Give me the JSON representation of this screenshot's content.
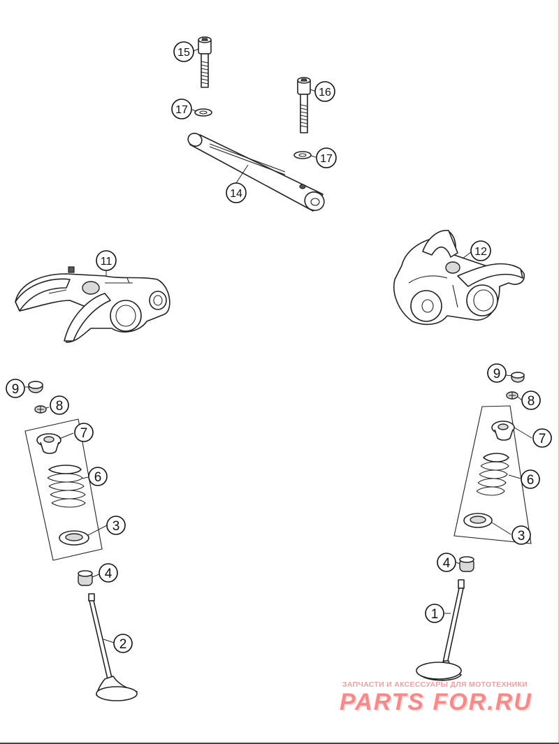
{
  "callouts": {
    "c1": "1",
    "c2": "2",
    "c3": "3",
    "c4": "4",
    "c6": "6",
    "c7": "7",
    "c8": "8",
    "c9": "9",
    "c11": "11",
    "c12": "12",
    "c14": "14",
    "c15": "15",
    "c16": "16",
    "c17": "17"
  },
  "watermark": {
    "tagline": "ЗАПЧАСТИ И АКСЕССУАРЫ ДЛЯ МОТОТЕХНИКИ",
    "brand": "PARTS FOR.RU"
  }
}
